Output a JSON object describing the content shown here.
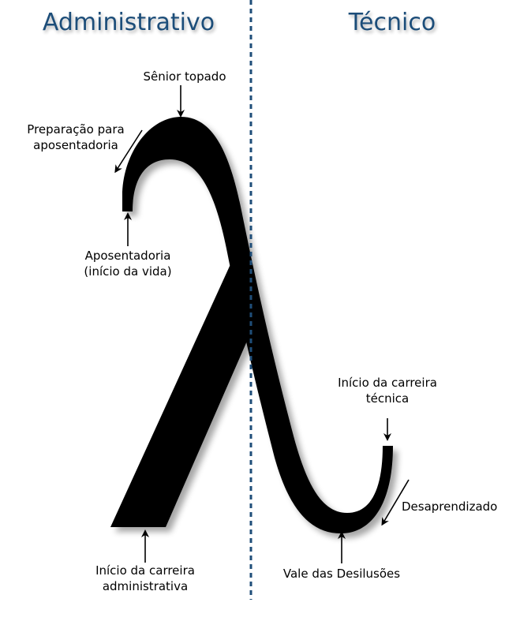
{
  "headings": {
    "left": "Administrativo",
    "right": "Técnico"
  },
  "labels": {
    "senior_topado": "Sênior topado",
    "preparacao_line1": "Preparação para",
    "preparacao_line2": "aposentadoria",
    "aposentadoria_line1": "Aposentadoria",
    "aposentadoria_line2": "(início da vida)",
    "inicio_tecnica_line1": "Início da carreira",
    "inicio_tecnica_line2": "técnica",
    "desaprendizado": "Desaprendizado",
    "vale": "Vale das Desilusões",
    "inicio_admin_line1": "Início da carreira",
    "inicio_admin_line2": "administrativa"
  },
  "colors": {
    "heading": "#1f4e79",
    "divider": "#1f4e79",
    "lambda": "#000000"
  }
}
